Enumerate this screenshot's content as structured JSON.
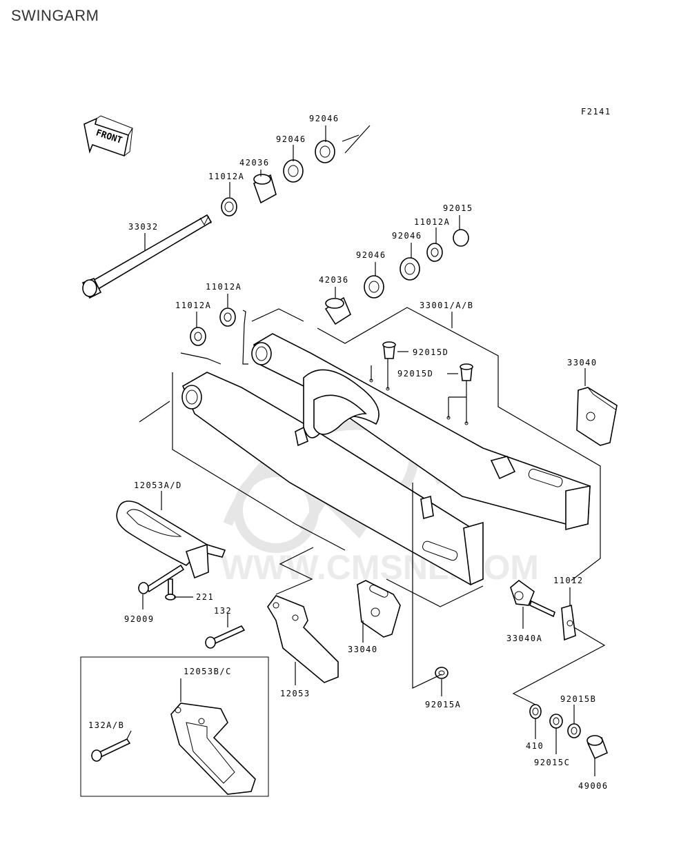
{
  "title": "SWINGARM",
  "figure_code": "F2141",
  "front_arrow": "FRONT",
  "watermark": {
    "url": "WWW.CMSNL.COM",
    "logo_icon": "cms-logo-watermark-icon"
  },
  "callouts": [
    {
      "id": "92046-top",
      "text": "92046"
    },
    {
      "id": "92046-mid",
      "text": "92046"
    },
    {
      "id": "42036-top",
      "text": "42036"
    },
    {
      "id": "11012A-top",
      "text": "11012A"
    },
    {
      "id": "33032",
      "text": "33032"
    },
    {
      "id": "92015",
      "text": "92015"
    },
    {
      "id": "11012A-right",
      "text": "11012A"
    },
    {
      "id": "92046-right-a",
      "text": "92046"
    },
    {
      "id": "92046-right-b",
      "text": "92046"
    },
    {
      "id": "42036-mid",
      "text": "42036"
    },
    {
      "id": "11012A-left-a",
      "text": "11012A"
    },
    {
      "id": "11012A-left-b",
      "text": "11012A"
    },
    {
      "id": "33001",
      "text": "33001/A/B"
    },
    {
      "id": "92015D-a",
      "text": "92015D"
    },
    {
      "id": "92015D-b",
      "text": "92015D"
    },
    {
      "id": "33040-right",
      "text": "33040"
    },
    {
      "id": "12053AD",
      "text": "12053A/D"
    },
    {
      "id": "221",
      "text": "221"
    },
    {
      "id": "92009",
      "text": "92009"
    },
    {
      "id": "132",
      "text": "132"
    },
    {
      "id": "33040-center",
      "text": "33040"
    },
    {
      "id": "12053",
      "text": "12053"
    },
    {
      "id": "11012",
      "text": "11012"
    },
    {
      "id": "33040A",
      "text": "33040A"
    },
    {
      "id": "92015A",
      "text": "92015A"
    },
    {
      "id": "12053BC",
      "text": "12053B/C"
    },
    {
      "id": "132AB",
      "text": "132A/B"
    },
    {
      "id": "92015B",
      "text": "92015B"
    },
    {
      "id": "410",
      "text": "410"
    },
    {
      "id": "92015C",
      "text": "92015C"
    },
    {
      "id": "49006",
      "text": "49006"
    }
  ]
}
